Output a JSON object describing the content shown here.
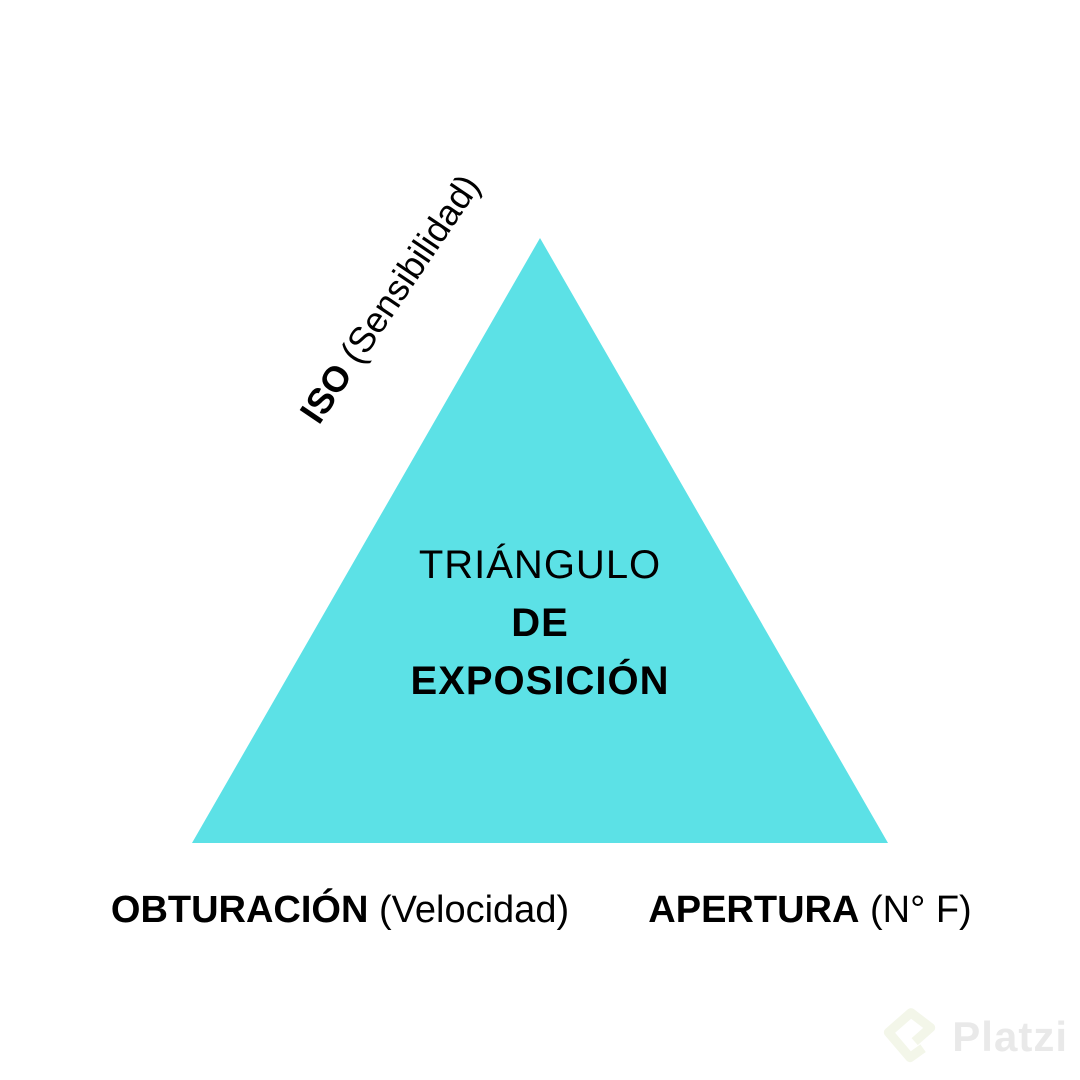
{
  "colors": {
    "background": "#ffffff",
    "triangle": "#5CE1E6",
    "text": "#000000",
    "watermark_icon": "#f3f6e9",
    "watermark_text": "#e9e9e9"
  },
  "diagram": {
    "center_title": {
      "line1": "TRIÁNGULO",
      "line2": "DE",
      "line3": "EXPOSICIÓN"
    },
    "vertex_labels": {
      "top": {
        "bold": "ISO",
        "normal": " (Sensibilidad)"
      },
      "bottom_left": {
        "bold": "OBTURACIÓN",
        "normal": " (Velocidad)"
      },
      "bottom_right": {
        "bold": "APERTURA",
        "normal": " (N° F)"
      }
    }
  },
  "watermark": {
    "brand": "Platzi"
  }
}
